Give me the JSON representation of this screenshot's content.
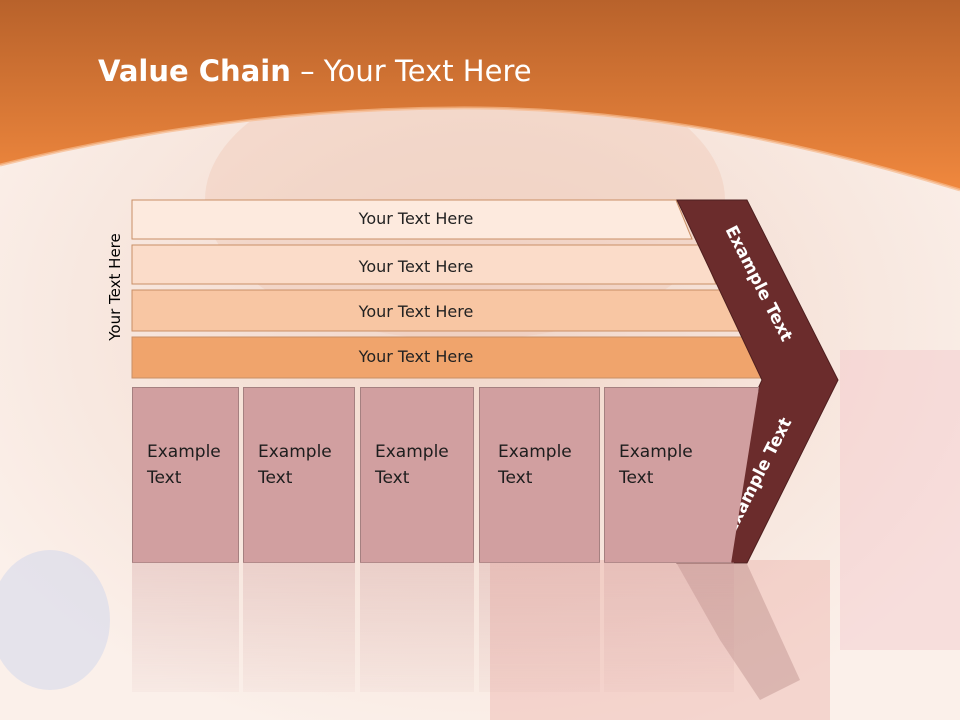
{
  "slide": {
    "title_bold": "Value Chain",
    "title_rest": " – Your Text Here",
    "vertical_label": "Your Text Here"
  },
  "rows": [
    {
      "label": "Your Text Here"
    },
    {
      "label": "Your Text Here"
    },
    {
      "label": "Your Text Here"
    },
    {
      "label": "Your Text Here"
    }
  ],
  "columns": [
    {
      "line1": "Example",
      "line2": "Text"
    },
    {
      "line1": "Example",
      "line2": "Text"
    },
    {
      "line1": "Example",
      "line2": "Text"
    },
    {
      "line1": "Example",
      "line2": "Text"
    },
    {
      "line1": "Example",
      "line2": "Text"
    }
  ],
  "chevron": {
    "upper_label": "Example Text",
    "lower_label": "Example Text"
  },
  "colors": {
    "header_orange": "#e8803a",
    "row_1": "#fdeade",
    "row_2": "#fbdcc9",
    "row_3": "#f8c6a3",
    "row_4": "#f0a46c",
    "column_fill": "#d19fa0",
    "chevron_fill": "#6b2c2c"
  }
}
